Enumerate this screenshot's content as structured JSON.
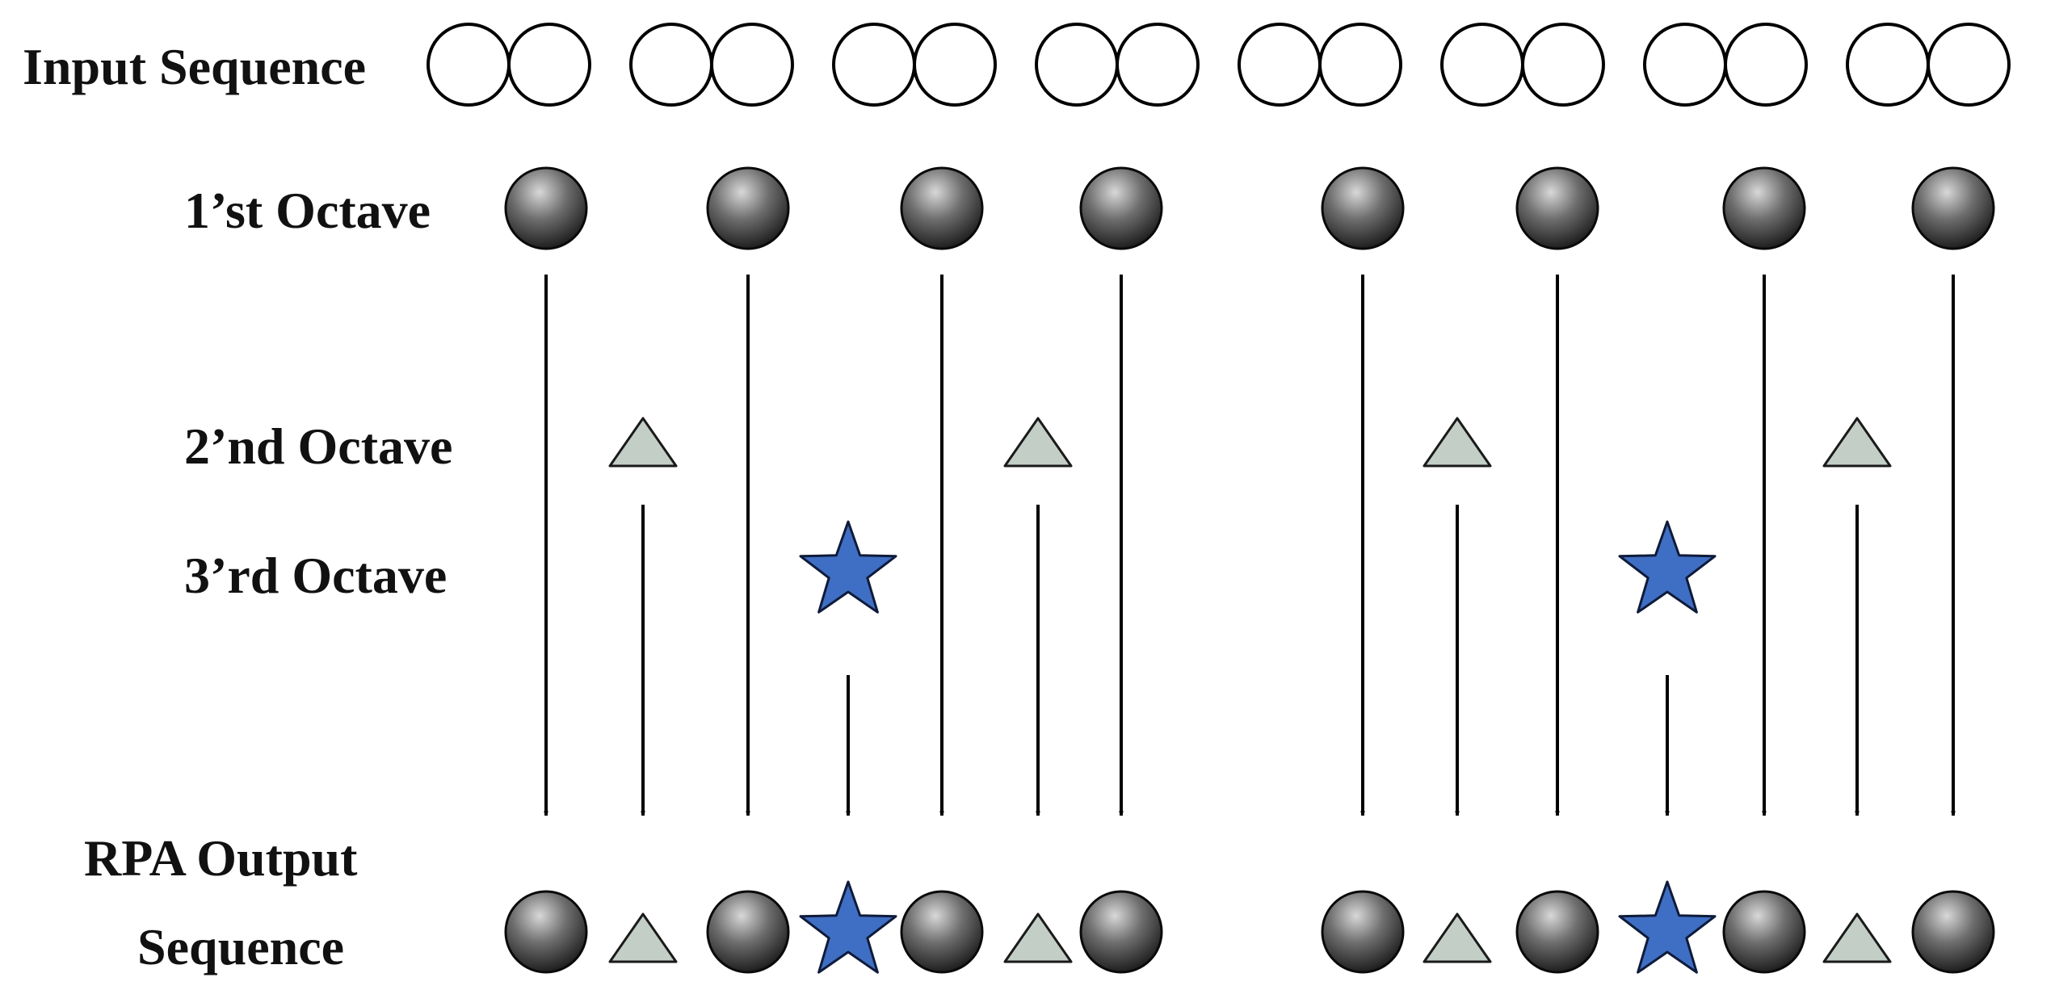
{
  "labels": {
    "input": "Input Sequence",
    "octave1": "1’st Octave",
    "octave2": "2’nd Octave",
    "octave3": "3’rd Octave",
    "output_line1": "RPA  Output",
    "output_line2": "Sequence"
  },
  "colors": {
    "input_circle_stroke": "#000000",
    "input_circle_fill": "#ffffff",
    "sphere_light": "#d8d8d8",
    "sphere_mid": "#6e6e6e",
    "sphere_dark": "#141414",
    "triangle_fill": "#c3cec7",
    "triangle_stroke": "#1a1a1a",
    "star_fill": "#3f6fc4",
    "star_stroke": "#0f1b3a",
    "arrow": "#000000"
  },
  "structure": {
    "input_pairs": 8,
    "groups": 2,
    "octave1_per_group": 4,
    "octave2_per_group": 2,
    "octave3_per_group": 1,
    "output_order": [
      "sphere",
      "triangle",
      "sphere",
      "star",
      "sphere",
      "triangle",
      "sphere"
    ]
  }
}
